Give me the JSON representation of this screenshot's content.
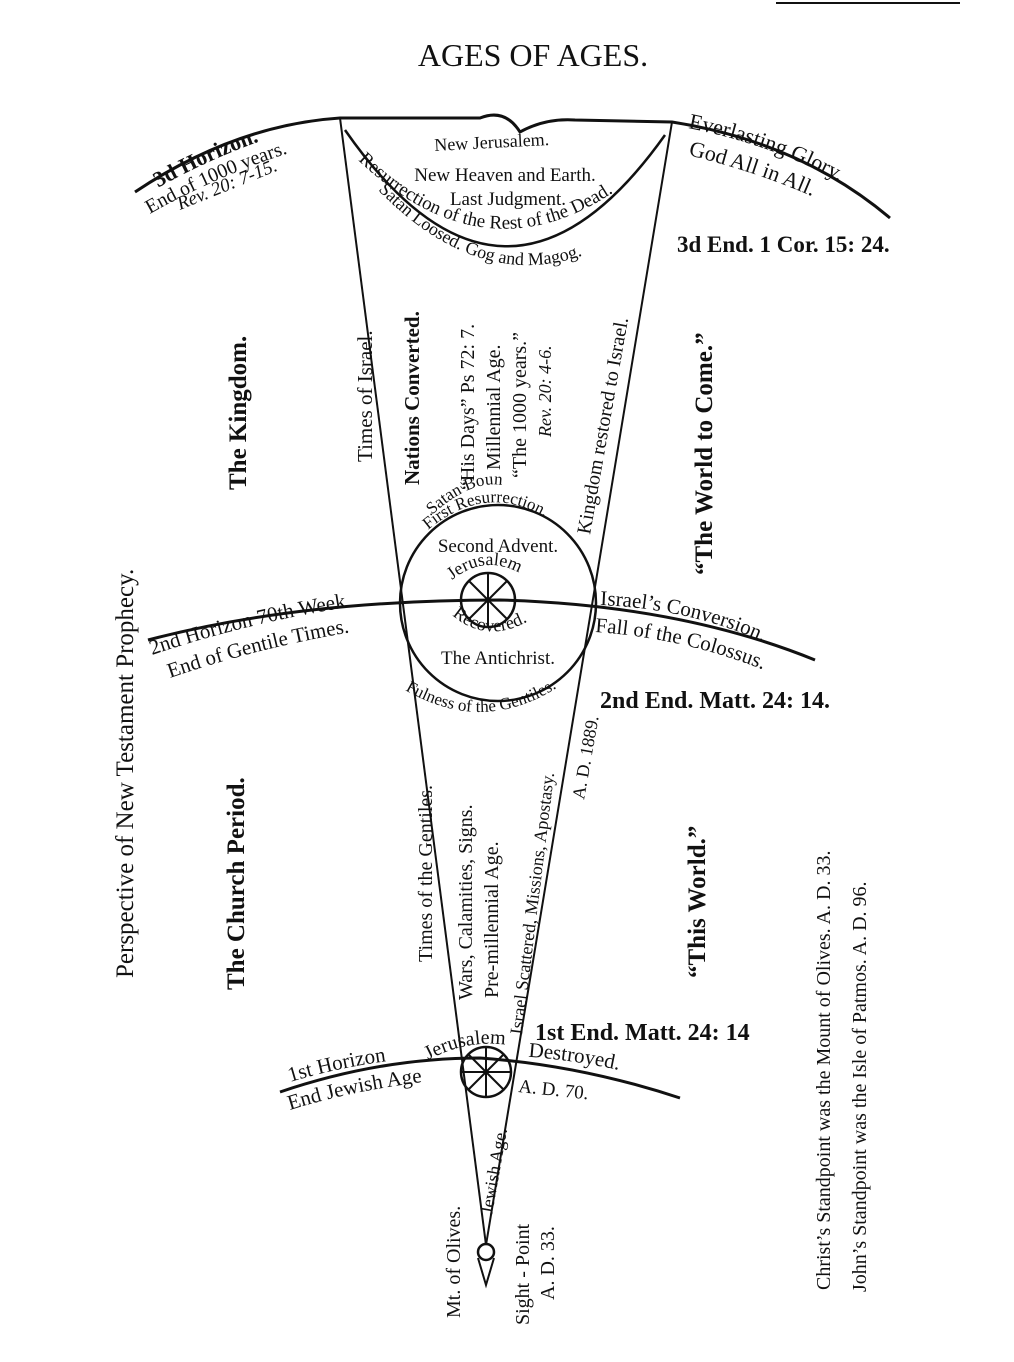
{
  "title": "AGES OF AGES.",
  "horizon3": {
    "label": "3d Horizon.",
    "sub": "End of 1000 years.",
    "ref": "Rev. 20: 7-15.",
    "center_line1": "New Jerusalem.",
    "center_line2": "New Heaven and Earth.",
    "center_line3": "Last Judgment.",
    "arc_resurrection": "Resurrection of the Rest of the Dead.",
    "arc_satan": "Satan Loosed. Gog and Magog.",
    "right1": "Everlasting Glory.",
    "right2": "God All in All.",
    "end": "3d End. 1 Cor. 15: 24."
  },
  "millennium": {
    "times_israel": "Times of Israel.",
    "nations": "Nations Converted.",
    "his_days": "“His Days” Ps 72: 7.",
    "millennial": "Millennial Age.",
    "thousand": "“The 1000 years.”",
    "ref": "Rev. 20: 4-6.",
    "kingdom_restored": "Kingdom restored to Israel.",
    "satan_bound": "Satan Bound",
    "first_res": "First Resurrection.",
    "kingdom": "The Kingdom.",
    "world_to_come": "“The World to Come.”"
  },
  "advent": {
    "second_advent": "Second Advent.",
    "jerusalem": "Jerusalem",
    "recovered": "Recovered.",
    "antichrist": "The Antichrist.",
    "fulness": "Fulness of the Gentiles."
  },
  "horizon2": {
    "label": "2nd Horizon 70th Week",
    "sub": "End of Gentile Times.",
    "right1": "Israel’s Conversion.",
    "right2": "Fall of the Colossus.",
    "end": "2nd End. Matt. 24: 14."
  },
  "church": {
    "times_gentiles": "Times of the Gentiles.",
    "wars": "Wars, Calamities, Signs.",
    "premillennial": "Pre-millennial Age.",
    "scattered": "Israel Scattered, Missions, Apostasy.",
    "ad1889": "A. D. 1889.",
    "church_period": "The Church Period.",
    "this_world": "“This World.”",
    "perspective": "Perspective of New Testament Prophecy."
  },
  "horizon1": {
    "label": "1st Horizon",
    "jerusalem": "Jerusalem",
    "destroyed": "Destroyed.",
    "sub": "End Jewish Age",
    "ad70": "A. D. 70.",
    "end": "1st End. Matt. 24: 14",
    "jewish_age": "Jewish Age."
  },
  "bottom": {
    "olives": "Mt. of Olives.",
    "sight": "Sight - Point",
    "sight_ad": "A. D. 33.",
    "christ": "Christ’s Standpoint was the Mount of Olives. A. D. 33.",
    "john": "John’s Standpoint was the Isle of Patmos. A. D. 96."
  }
}
